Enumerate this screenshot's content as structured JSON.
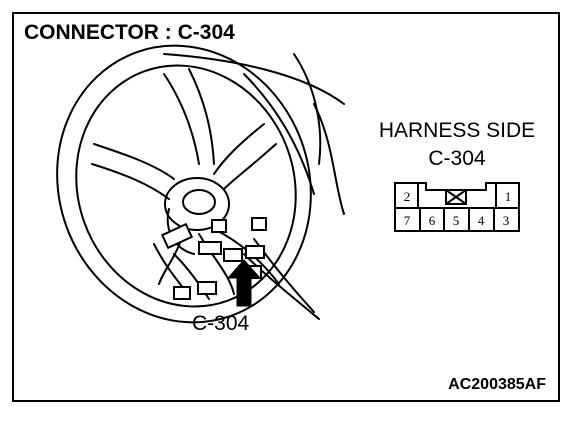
{
  "title": "CONNECTOR : C-304",
  "harness_side": {
    "label": "HARNESS SIDE",
    "connector": "C-304",
    "top_row": [
      "2",
      "1"
    ],
    "bottom_row": [
      "7",
      "6",
      "5",
      "4",
      "3"
    ]
  },
  "callout_label": "C-304",
  "figure_id": "AC200385AF",
  "icons": [
    "steering-wheel-illustration",
    "locator-arrow-icon",
    "connector-face-diagram"
  ]
}
